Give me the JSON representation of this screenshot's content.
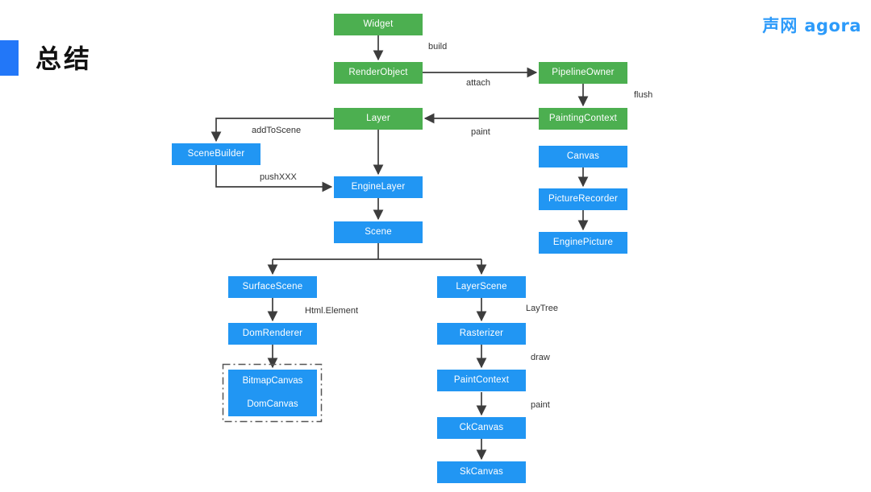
{
  "header": {
    "title": "总结"
  },
  "logo": {
    "cn": "声网",
    "en": "agora"
  },
  "colors": {
    "node_green": "#4caf50",
    "node_blue": "#2196f3",
    "accent_blue": "#2277f8",
    "logo_blue": "#2d9bfa",
    "arrow": "#3d3d3d",
    "background": "#ffffff"
  },
  "diagram": {
    "nodes": {
      "widget": {
        "label": "Widget",
        "color": "green"
      },
      "render_object": {
        "label": "RenderObject",
        "color": "green"
      },
      "pipeline_owner": {
        "label": "PipelineOwner",
        "color": "green"
      },
      "layer": {
        "label": "Layer",
        "color": "green"
      },
      "painting_context": {
        "label": "PaintingContext",
        "color": "green"
      },
      "scene_builder": {
        "label": "SceneBuilder",
        "color": "blue"
      },
      "engine_layer": {
        "label": "EngineLayer",
        "color": "blue"
      },
      "scene": {
        "label": "Scene",
        "color": "blue"
      },
      "canvas": {
        "label": "Canvas",
        "color": "blue"
      },
      "picture_recorder": {
        "label": "PictureRecorder",
        "color": "blue"
      },
      "engine_picture": {
        "label": "EnginePicture",
        "color": "blue"
      },
      "surface_scene": {
        "label": "SurfaceScene",
        "color": "blue"
      },
      "layer_scene": {
        "label": "LayerScene",
        "color": "blue"
      },
      "dom_renderer": {
        "label": "DomRenderer",
        "color": "blue"
      },
      "bitmap_canvas": {
        "label": "BitmapCanvas",
        "color": "blue"
      },
      "dom_canvas": {
        "label": "DomCanvas",
        "color": "blue"
      },
      "rasterizer": {
        "label": "Rasterizer",
        "color": "blue"
      },
      "paint_context": {
        "label": "PaintContext",
        "color": "blue"
      },
      "ck_canvas": {
        "label": "CkCanvas",
        "color": "blue"
      },
      "sk_canvas": {
        "label": "SkCanvas",
        "color": "blue"
      }
    },
    "edge_labels": {
      "build": "build",
      "attach": "attach",
      "flush": "flush",
      "paint_layer": "paint",
      "add_to_scene": "addToScene",
      "push_xxx": "pushXXX",
      "html_element": "Html.Element",
      "lay_tree": "LayTree",
      "draw": "draw",
      "paint_ck": "paint"
    },
    "edges": [
      {
        "from": "Widget",
        "to": "RenderObject",
        "label": "build"
      },
      {
        "from": "RenderObject",
        "to": "PipelineOwner",
        "label": "attach"
      },
      {
        "from": "PipelineOwner",
        "to": "PaintingContext",
        "label": "flush"
      },
      {
        "from": "PaintingContext",
        "to": "Layer",
        "label": "paint"
      },
      {
        "from": "Layer",
        "to": "SceneBuilder",
        "label": "addToScene"
      },
      {
        "from": "Layer",
        "to": "EngineLayer",
        "label": ""
      },
      {
        "from": "SceneBuilder",
        "to": "EngineLayer",
        "label": "pushXXX"
      },
      {
        "from": "EngineLayer",
        "to": "Scene",
        "label": ""
      },
      {
        "from": "Scene",
        "to": "SurfaceScene",
        "label": ""
      },
      {
        "from": "Scene",
        "to": "LayerScene",
        "label": ""
      },
      {
        "from": "SurfaceScene",
        "to": "DomRenderer",
        "label": "Html.Element"
      },
      {
        "from": "DomRenderer",
        "to": "BitmapCanvas/DomCanvas",
        "label": ""
      },
      {
        "from": "LayerScene",
        "to": "Rasterizer",
        "label": "LayTree"
      },
      {
        "from": "Rasterizer",
        "to": "PaintContext",
        "label": "draw"
      },
      {
        "from": "PaintContext",
        "to": "CkCanvas",
        "label": "paint"
      },
      {
        "from": "CkCanvas",
        "to": "SkCanvas",
        "label": ""
      },
      {
        "from": "Canvas",
        "to": "PictureRecorder",
        "label": ""
      },
      {
        "from": "PictureRecorder",
        "to": "EnginePicture",
        "label": ""
      }
    ]
  }
}
